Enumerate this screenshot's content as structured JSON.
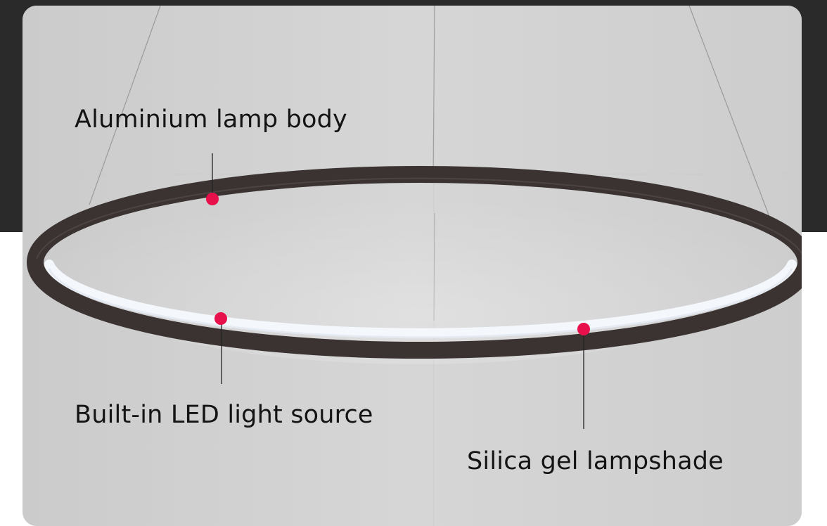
{
  "image": {
    "subject": "ring-pendant-lamp",
    "colors": {
      "frame_dark": "#2a2a2a",
      "backdrop": "#d2d2d2",
      "ring_body": "#3b3232",
      "led_strip": "#f4f7fb",
      "marker": "#e8104a"
    }
  },
  "labels": {
    "body": "Aluminium lamp body",
    "led": "Built-in LED light source",
    "shade": "Silica gel lampshade"
  }
}
